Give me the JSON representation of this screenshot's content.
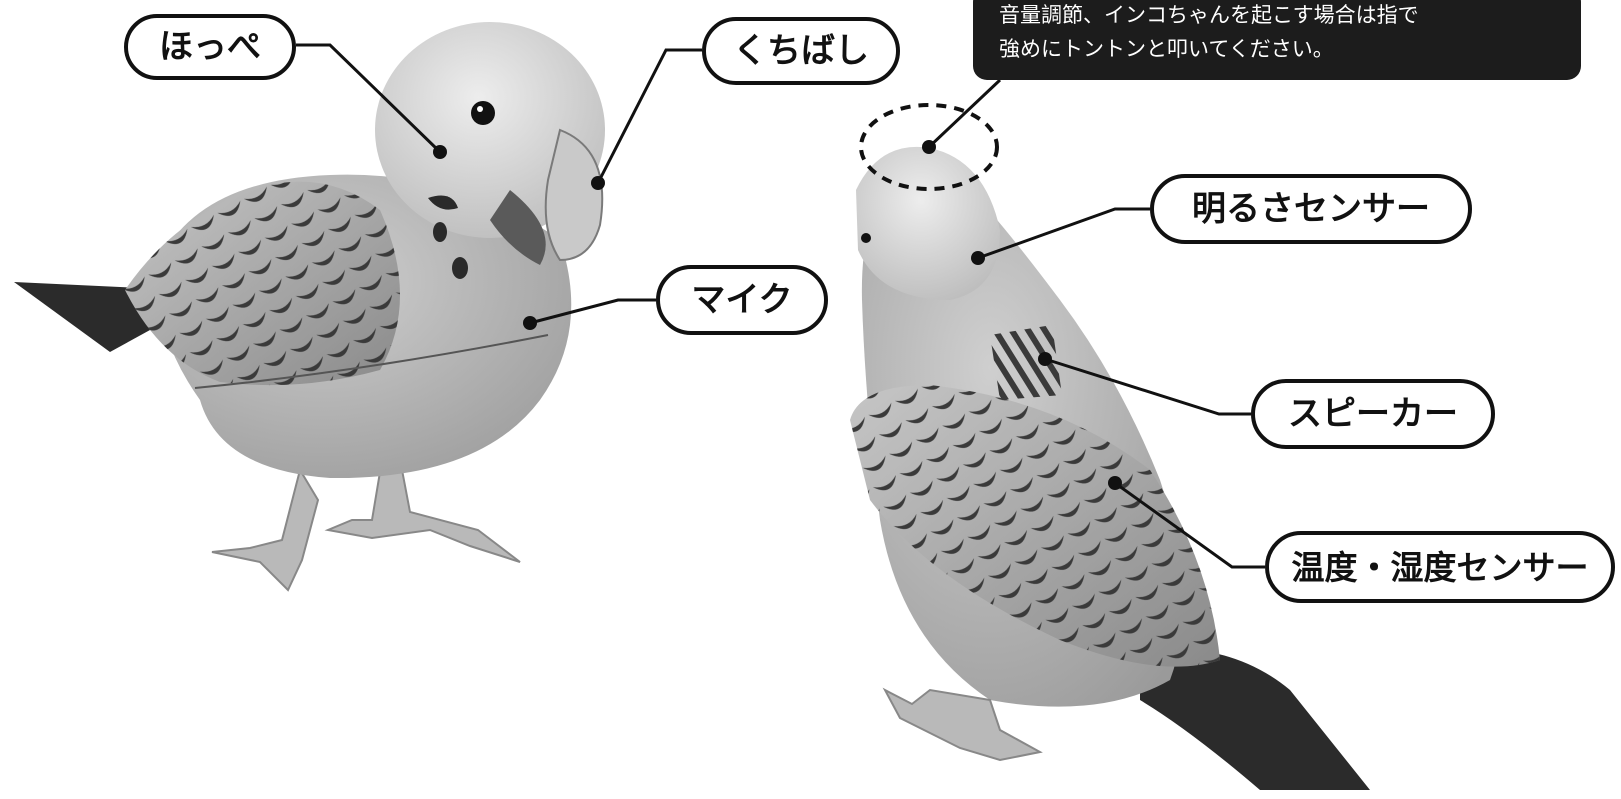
{
  "labels": {
    "cheek": "ほっぺ",
    "beak": "くちばし",
    "mic": "マイク",
    "light_sensor": "明るさセンサー",
    "speaker": "スピーカー",
    "temp_humidity_sensor": "温度・湿度センサー"
  },
  "note": {
    "line1": "音量調節、インコちゃんを起こす場合は指で",
    "line2": "強めにトントンと叩いてください。"
  },
  "colors": {
    "outline": "#111111",
    "note_background": "#1c1c1c",
    "wing_pattern": "#3a3a3a",
    "body_gray": "#a9a9a9"
  }
}
